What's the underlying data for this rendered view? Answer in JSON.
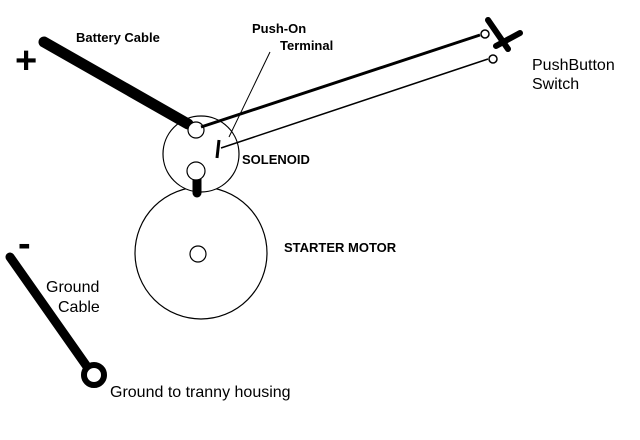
{
  "labels": {
    "positive": "+",
    "negative": "-",
    "battery_cable": "Battery Cable",
    "push_on_line1": "Push-On",
    "push_on_line2": "Terminal",
    "pushbutton_line1": "PushButton",
    "pushbutton_line2": "Switch",
    "solenoid": "SOLENOID",
    "starter_motor": "STARTER MOTOR",
    "ground_cable_line1": "Ground",
    "ground_cable_line2": "Cable",
    "ground_location": "Ground to tranny housing"
  },
  "colors": {
    "ink": "#000000",
    "background": "#ffffff"
  }
}
